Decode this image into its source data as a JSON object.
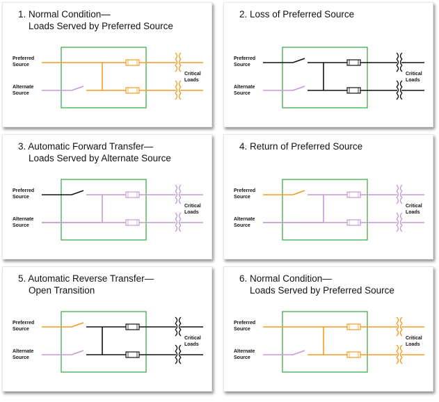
{
  "colors": {
    "preferred": "#f39c1f",
    "alternate": "#c39ad6",
    "dead": "#111111",
    "enclosure": "#3cae4a"
  },
  "labels": {
    "preferred_line1": "Preferred",
    "preferred_line2": "Source",
    "alternate_line1": "Alternate",
    "alternate_line2": "Source",
    "loads_line1": "Critical",
    "loads_line2": "Loads"
  },
  "panels": [
    {
      "title": "1. Normal Condition—\n    Loads Served by Preferred Source",
      "preferred_in": "preferred",
      "alternate_in": "alternate",
      "bus": "preferred",
      "preferred_switch": "closed",
      "alternate_switch": "open"
    },
    {
      "title": "2. Loss of Preferred Source",
      "preferred_in": "dead",
      "alternate_in": "alternate",
      "bus": "dead",
      "preferred_switch": "open",
      "alternate_switch": "open"
    },
    {
      "title": "3. Automatic Forward Transfer—\n    Loads Served by Alternate Source",
      "preferred_in": "dead",
      "alternate_in": "alternate",
      "bus": "alternate",
      "preferred_switch": "open",
      "alternate_switch": "closed"
    },
    {
      "title": "4. Return of Preferred Source",
      "preferred_in": "preferred",
      "alternate_in": "alternate",
      "bus": "alternate",
      "preferred_switch": "open",
      "alternate_switch": "closed"
    },
    {
      "title": "5. Automatic Reverse Transfer—\n    Open Transition",
      "preferred_in": "preferred",
      "alternate_in": "alternate",
      "bus": "dead",
      "preferred_switch": "open",
      "alternate_switch": "open"
    },
    {
      "title": "6. Normal Condition—\n    Loads Served by Preferred Source",
      "preferred_in": "preferred",
      "alternate_in": "alternate",
      "bus": "preferred",
      "preferred_switch": "closed",
      "alternate_switch": "open"
    }
  ]
}
